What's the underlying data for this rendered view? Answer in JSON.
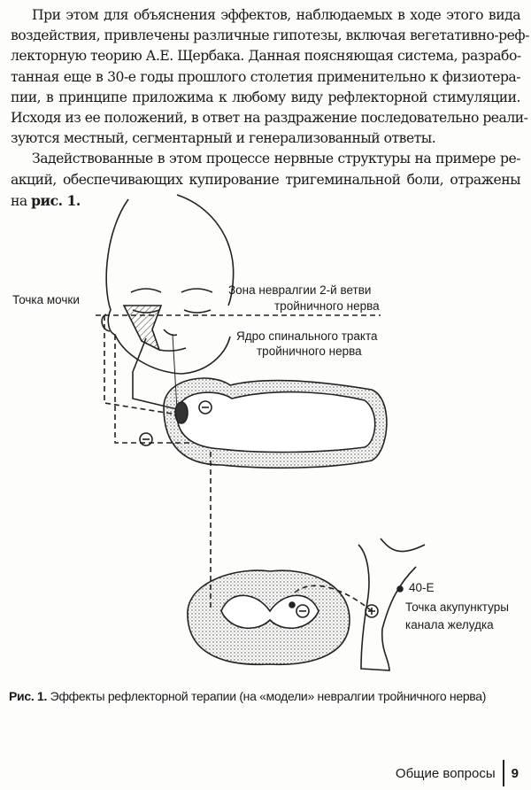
{
  "body": {
    "lines": [
      "При этом для объяснения эффектов, наблюдаемых в ходе этого вида",
      "воздействия, привлечены различные гипотезы, включая вегетативно-реф-",
      "лекторную теорию А.Е. Щербака. Данная поясняющая система, разрабо-",
      "танная еще в 30-е годы прошлого столетия применительно к физиотера-",
      "пии, в принципе приложима к любому виду рефлекторной стимуляции.",
      "Исходя из ее положений, в ответ на раздражение последовательно реали-",
      "зуются местный, сегментарный и генерализованный ответы.",
      "Задействованные в этом процессе нервные структуры на примере ре-",
      "акций, обеспечивающих купирование тригеминальной боли, отражены"
    ],
    "last_prefix": "на ",
    "last_bold": "рис. 1."
  },
  "figure": {
    "labels": {
      "earlobe": "Точка мочки",
      "zone1": "Зона невралгии 2-й ветви",
      "zone2": "тройничного нерва",
      "nucleus1": "Ядро спинального тракта",
      "nucleus2": "тройничного нерва",
      "point_code": "40-E",
      "point1": "Точка акупунктуры",
      "point2": "канала желудка"
    },
    "caption_bold": "Рис. 1.",
    "caption": " Эффекты рефлекторной терапии (на «модели» невралгии тройничного нерва)"
  },
  "footer": {
    "section": "Общие вопросы",
    "page": "9"
  }
}
